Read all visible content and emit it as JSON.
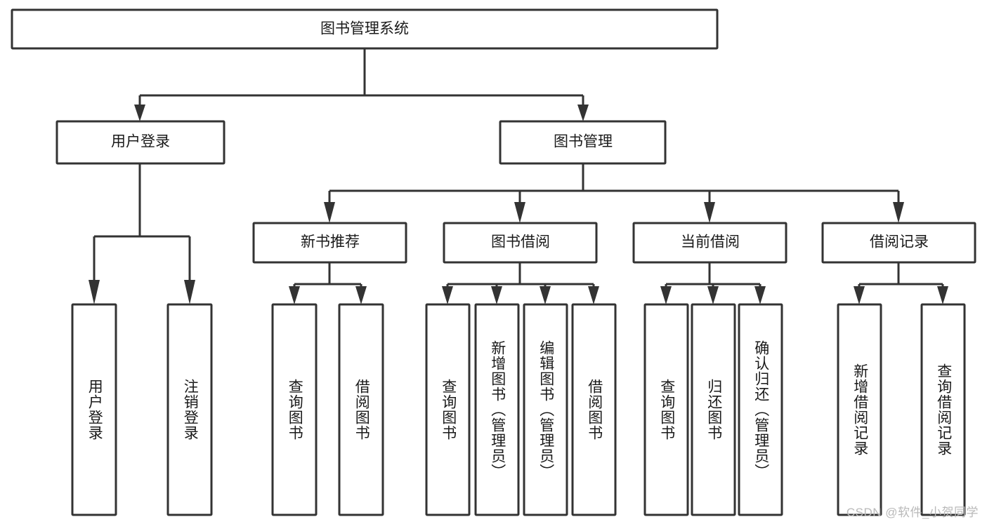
{
  "diagram": {
    "type": "tree-hierarchy",
    "title": "图书管理系统",
    "root": {
      "id": "root",
      "label": "图书管理系统",
      "orientation": "horizontal"
    },
    "level2": [
      {
        "id": "user-login",
        "label": "用户登录",
        "orientation": "horizontal"
      },
      {
        "id": "book-manage",
        "label": "图书管理",
        "orientation": "horizontal"
      }
    ],
    "level3": [
      {
        "id": "new-book-recommend",
        "label": "新书推荐",
        "orientation": "horizontal",
        "parent": "book-manage"
      },
      {
        "id": "book-borrow",
        "label": "图书借阅",
        "orientation": "horizontal",
        "parent": "book-manage"
      },
      {
        "id": "current-borrow",
        "label": "当前借阅",
        "orientation": "horizontal",
        "parent": "book-manage"
      },
      {
        "id": "borrow-record",
        "label": "借阅记录",
        "orientation": "horizontal",
        "parent": "book-manage"
      }
    ],
    "leaves": [
      {
        "id": "leaf-user-login",
        "label": "用户登录",
        "orientation": "vertical",
        "parent": "user-login"
      },
      {
        "id": "leaf-logout-login",
        "label": "注销登录",
        "orientation": "vertical",
        "parent": "user-login"
      },
      {
        "id": "leaf-query-book-1",
        "label": "查询图书",
        "orientation": "vertical",
        "parent": "new-book-recommend"
      },
      {
        "id": "leaf-borrow-book-1",
        "label": "借阅图书",
        "orientation": "vertical",
        "parent": "new-book-recommend"
      },
      {
        "id": "leaf-query-book-2",
        "label": "查询图书",
        "orientation": "vertical",
        "parent": "book-borrow"
      },
      {
        "id": "leaf-add-book",
        "label": "新增图书（管理员）",
        "orientation": "vertical",
        "parent": "book-borrow"
      },
      {
        "id": "leaf-edit-book",
        "label": "编辑图书（管理员）",
        "orientation": "vertical",
        "parent": "book-borrow"
      },
      {
        "id": "leaf-borrow-book-2",
        "label": "借阅图书",
        "orientation": "vertical",
        "parent": "book-borrow"
      },
      {
        "id": "leaf-query-book-3",
        "label": "查询图书",
        "orientation": "vertical",
        "parent": "current-borrow"
      },
      {
        "id": "leaf-return-book",
        "label": "归还图书",
        "orientation": "vertical",
        "parent": "current-borrow"
      },
      {
        "id": "leaf-confirm-return",
        "label": "确认归还（管理员）",
        "orientation": "vertical",
        "parent": "current-borrow"
      },
      {
        "id": "leaf-add-record",
        "label": "新增借阅记录",
        "orientation": "vertical",
        "parent": "borrow-record"
      },
      {
        "id": "leaf-query-record",
        "label": "查询借阅记录",
        "orientation": "vertical",
        "parent": "borrow-record"
      }
    ],
    "colors": {
      "stroke": "#333333",
      "fill": "#ffffff",
      "text": "#1a1a1a",
      "background": "#ffffff",
      "watermark": "#b9b9b9"
    }
  },
  "watermark": {
    "text": "CSDN @软件_小贺同学"
  }
}
